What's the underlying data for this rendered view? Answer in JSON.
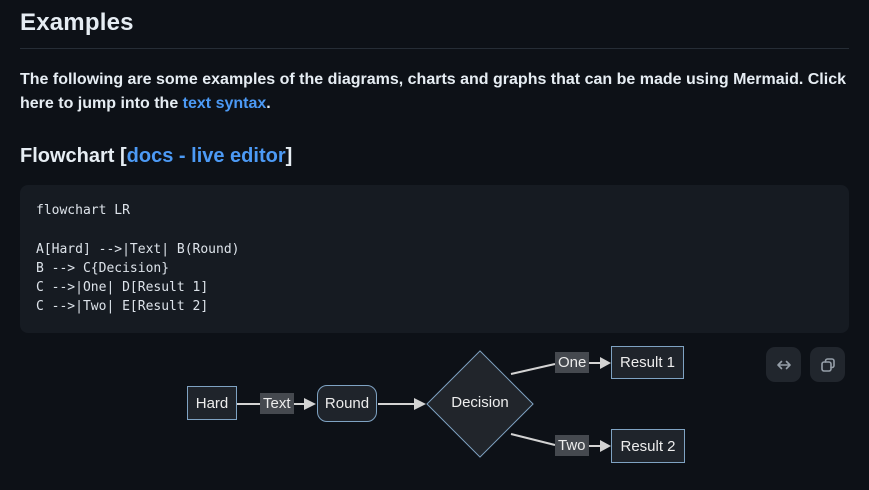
{
  "header": {
    "title": "Examples"
  },
  "intro": {
    "text_before_link": "The following are some examples of the diagrams, charts and graphs that can be made using Mermaid. Click here to jump into the ",
    "link_text": "text syntax",
    "text_after_link": "."
  },
  "flowchart_heading": {
    "prefix": "Flowchart [",
    "docs_link": "docs",
    "separator": " - ",
    "live_editor_link": "live editor",
    "suffix": "]"
  },
  "code": {
    "lines": [
      "flowchart LR",
      "",
      "A[Hard] -->|Text| B(Round)",
      "B --> C{Decision}",
      "C -->|One| D[Result 1]",
      "C -->|Two| E[Result 2]"
    ]
  },
  "diagram": {
    "nodes": {
      "hard": "Hard",
      "round": "Round",
      "decision": "Decision",
      "result1": "Result 1",
      "result2": "Result 2"
    },
    "edge_labels": {
      "text": "Text",
      "one": "One",
      "two": "Two"
    }
  },
  "toolbar": {
    "expand_icon": "left-right-arrow",
    "copy_icon": "copy"
  },
  "colors": {
    "page_background": "#0d1117",
    "code_background": "#161b22",
    "link_blue": "#4c9af5",
    "node_border": "#7fa3c3",
    "node_fill": "#1f242b",
    "edge_label_background": "#45494f",
    "edge_line": "#d3d3d3",
    "button_background": "#21262d",
    "icon_gray": "#959ea8"
  }
}
